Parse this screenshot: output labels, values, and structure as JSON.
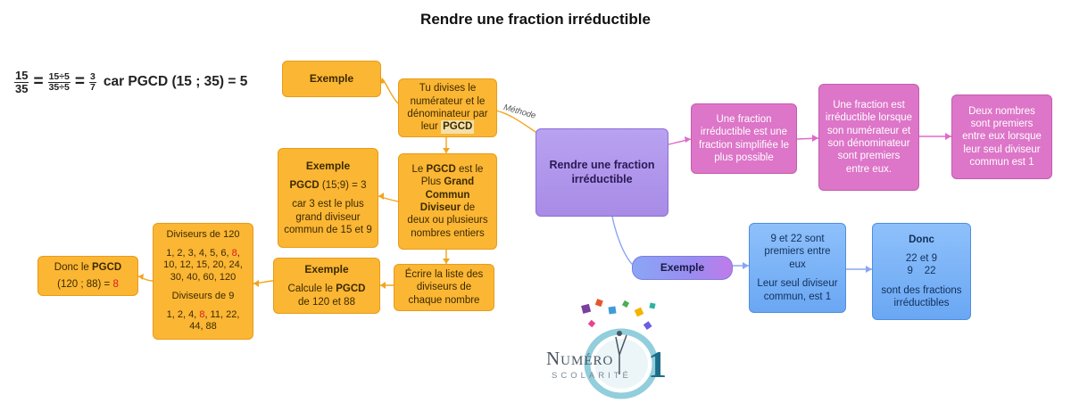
{
  "title": "Rendre une  fraction irréductible",
  "formula": {
    "f1_num": "15",
    "f1_den": "35",
    "f2_num": "15÷5",
    "f2_den": "35÷5",
    "f3_num": "3",
    "f3_den": "7",
    "eq": "=",
    "tail": "car PGCD (15 ; 35) = 5"
  },
  "center": {
    "label": "Rendre une fraction irréductible"
  },
  "link_label": "Méthode",
  "method": {
    "line1": "Tu divises le numérateur et le dénominateur par leur",
    "tag": "PGCD"
  },
  "exemple1": {
    "title": "Exemple"
  },
  "pgcd_def": {
    "le": "Le ",
    "pgcd": "PGCD",
    "est_le": " est le",
    "plus": "Plus ",
    "grand": "Grand",
    "commun": "Commun",
    "diviseur": "Diviseur",
    "de": " de",
    "rest": "deux ou plusieurs nombres entiers"
  },
  "exemple2": {
    "title": "Exemple",
    "line1_bold": "PGCD",
    "line1_rest": " (15;9) = 3",
    "line2": "car 3 est le plus grand diviseur commun de 15 et 9"
  },
  "step_list": {
    "text": "Écrire la liste des diviseurs de chaque nombre"
  },
  "exemple3": {
    "title": "Exemple",
    "pre": "Calcule  le ",
    "bold": "PGCD",
    "post": "de 120 et 88"
  },
  "divisors": {
    "h120": "Diviseurs de 120",
    "l120a": "1, 2, 3, 4, 5, 6, ",
    "l120a_red": "8",
    "l120a_end": ",",
    "l120b": "10, 12, 15, 20, 24,",
    "l120c": "30, 40, 60, 120",
    "h88": "Diviseurs de 9",
    "l88a": "1, 2, 4, ",
    "l88a_red": "8",
    "l88a_end": ", 11, 22,",
    "l88b": "44, 88"
  },
  "donc_pgcd": {
    "pre": "Donc le ",
    "bold": "PGCD",
    "line2_pre": "(120 ; 88) = ",
    "line2_red": "8"
  },
  "pink1": {
    "text": "Une fraction irréductible est une fraction simplifiée le plus possible"
  },
  "pink2": {
    "text": "Une fraction est irréductible lorsque son numérateur et son dénominateur sont premiers entre eux."
  },
  "pink3": {
    "text": "Deux nombres sont premiers entre eux lorsque leur seul diviseur commun est 1"
  },
  "exemple_pill": {
    "label": "Exemple"
  },
  "blue1": {
    "line1": "9 et 22 sont premiers entre eux",
    "line2": "Leur seul diviseur commun, est 1"
  },
  "blue2": {
    "title": "Donc",
    "l1": "22 et 9",
    "l2": "9    22",
    "l3": "sont des fractions irréductibles"
  },
  "logo": {
    "text": "Numéro",
    "one": "1",
    "sub": "SCOLARITÉ"
  },
  "colors": {
    "orange": "#fbb634",
    "pink": "#dd75c8",
    "violet": "#a88be6",
    "blue": "#6aa7f3",
    "red_accent": "#d81e1e",
    "connector_orange": "#f2a51c",
    "connector_pink": "#e06acb",
    "connector_blue": "#6aa7f3"
  }
}
